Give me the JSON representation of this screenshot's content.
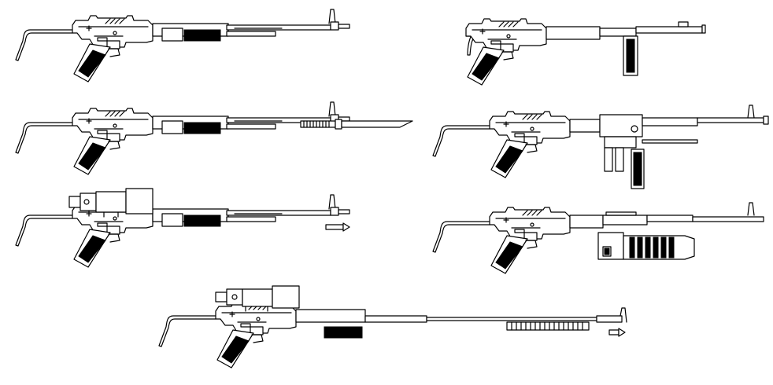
{
  "sheet": {
    "background": "#ffffff",
    "line_color": "#000000",
    "views": [
      {
        "variant": "base-carbine",
        "stock": true,
        "scope": false,
        "bayonet": false,
        "flash_hider": false,
        "extended_barrel": false,
        "magazine": "none",
        "grenade_launcher": false
      },
      {
        "variant": "bayonet-carbine",
        "stock": true,
        "scope": false,
        "bayonet": true,
        "flash_hider": false,
        "extended_barrel": false,
        "magazine": "none",
        "grenade_launcher": false
      },
      {
        "variant": "scoped-carbine",
        "stock": true,
        "scope": true,
        "bayonet": false,
        "flash_hider": true,
        "extended_barrel": false,
        "magazine": "none",
        "grenade_launcher": false
      },
      {
        "variant": "stockless-magazine-carbine",
        "stock": false,
        "scope": false,
        "bayonet": false,
        "flash_hider": false,
        "extended_barrel": false,
        "magazine": "single",
        "grenade_launcher": false
      },
      {
        "variant": "receiver-magazine-carbine",
        "stock": true,
        "scope": false,
        "bayonet": false,
        "flash_hider": false,
        "extended_barrel": false,
        "magazine": "double",
        "grenade_launcher": false
      },
      {
        "variant": "grenade-launcher-carbine",
        "stock": true,
        "scope": false,
        "bayonet": false,
        "flash_hider": false,
        "extended_barrel": false,
        "magazine": "none",
        "grenade_launcher": true
      },
      {
        "variant": "scoped-long-rifle",
        "stock": true,
        "scope": true,
        "bayonet": false,
        "flash_hider": true,
        "extended_barrel": true,
        "magazine": "none",
        "grenade_launcher": false
      }
    ]
  }
}
